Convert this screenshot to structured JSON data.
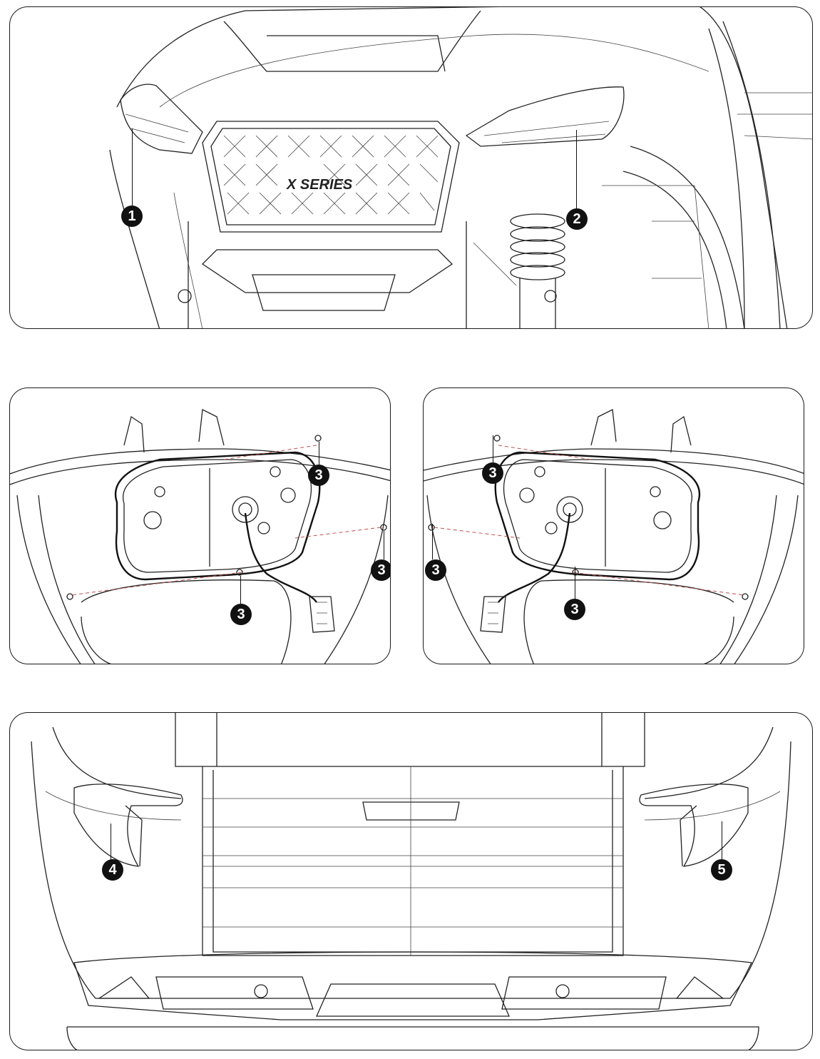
{
  "panels": {
    "top": {
      "grille_logo": "X SERIES",
      "callouts": [
        "1",
        "2"
      ]
    },
    "middle_left": {
      "callouts": [
        "3",
        "3",
        "3"
      ]
    },
    "middle_right": {
      "callouts": [
        "3",
        "3",
        "3"
      ]
    },
    "bottom": {
      "callouts": [
        "4",
        "5"
      ]
    }
  },
  "colors": {
    "line": "#222222",
    "callout": "#111111",
    "dashed_guides": "#c0504d"
  }
}
